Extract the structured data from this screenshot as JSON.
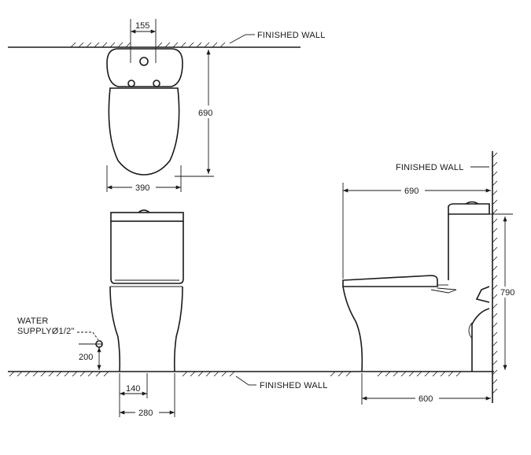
{
  "labels": {
    "finished_wall_top": "FINISHED WALL",
    "finished_wall_side": "FINISHED WALL",
    "finished_wall_floor": "FINISHED WALL",
    "water_supply_line1": "WATER",
    "water_supply_line2": "SUPPLYØ1/2\""
  },
  "dimensions": {
    "top_hole_offset": "155",
    "top_depth": "690",
    "top_width": "390",
    "side_depth": "690",
    "side_height": "790",
    "supply_height": "200",
    "outlet_140": "140",
    "outlet_280": "280",
    "rough_in": "600"
  }
}
